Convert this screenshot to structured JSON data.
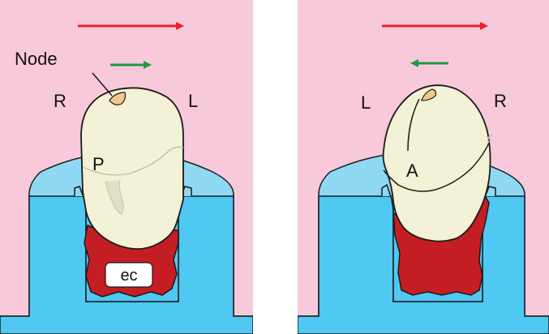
{
  "colors": {
    "background": "#f8c8db",
    "chamber_light": "#8fd8f2",
    "chamber_dark": "#4fc8f2",
    "embryo": "#f3f1d6",
    "endoderm_cells": "#c41e24",
    "outline": "#1a1a1a",
    "primary_arrow": "#e8232b",
    "secondary_arrow": "#1f9a3c",
    "node": "#f2c98a"
  },
  "left_panel": {
    "node_label": "Node",
    "left_side_label": "R",
    "right_side_label": "L",
    "structure_label": "P",
    "ec_label": "ec",
    "arrow_icons": [
      "arrow-right-red",
      "arrow-right-green"
    ]
  },
  "right_panel": {
    "left_side_label": "L",
    "right_side_label": "R",
    "structure_label": "A",
    "arrow_icons": [
      "arrow-right-red",
      "arrow-left-green"
    ]
  }
}
